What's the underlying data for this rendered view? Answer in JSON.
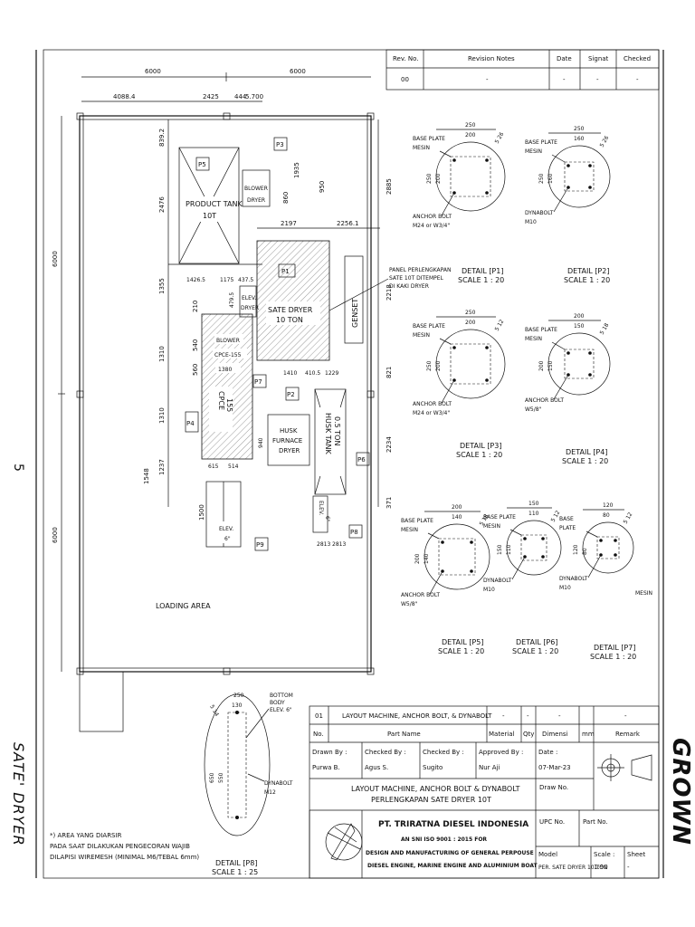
{
  "side": {
    "page_number": "5",
    "product_title": "SATE' DRYER",
    "brand": "GROWN"
  },
  "revision_table": {
    "headers": [
      "Rev. No.",
      "Revision Notes",
      "Date",
      "Signat",
      "Checked"
    ],
    "row": [
      "00",
      "-",
      "-",
      "-",
      "-"
    ]
  },
  "layout": {
    "dims_top": [
      "6000",
      "6000"
    ],
    "dims_second": [
      "4088.4",
      "2425",
      "444",
      "5.700"
    ],
    "dims_left": [
      "2476",
      "1355",
      "1310",
      "1548"
    ],
    "dims_left_small": [
      "839.2",
      "210",
      "540",
      "560",
      "1237",
      "1500"
    ],
    "dims_right": [
      "2885",
      "2218",
      "821",
      "2234",
      "371"
    ],
    "dims_center": [
      "1935",
      "860",
      "950",
      "2197",
      "2256.1",
      "1426.5",
      "1175",
      "437.5",
      "479.5",
      "1410",
      "410.5",
      "1229",
      "1380",
      "940",
      "2813",
      "2813",
      "615",
      "514"
    ],
    "outer_vertical": [
      "6000",
      "6000"
    ],
    "labels": {
      "product_tank": "PRODUCT TANK",
      "product_tank_cap": "10T",
      "blower_dryer": "BLOWER",
      "blower_dryer_2": "DRYER",
      "sate_dryer": "SATE DRYER",
      "sate_dryer_cap": "10 TON",
      "genset": "GENSET",
      "elev_dryer": "ELEV.",
      "elev_dryer_2": "DRYER",
      "blower": "BLOWER",
      "cpce_155": "CPCE-155",
      "cpce": "CPCE",
      "cpce_num": "155",
      "husk_furnace": "HUSK",
      "husk_furnace_2": "FURNACE",
      "husk_furnace_3": "DRYER",
      "husk_tank": "HUSK TANK",
      "husk_tank_cap": "0.5 TON",
      "elev_6": "ELEV.",
      "elev_6_2": "6\"",
      "elev_6b": "ELEV.",
      "elev_6b_2": "6\"",
      "loading_area": "LOADING AREA",
      "panel_note_1": "PANEL PERLENGKAPAN",
      "panel_note_2": "SATE 10T DITEMPEL",
      "panel_note_3": "DI KAKI DRYER"
    },
    "tags": [
      "P1",
      "P2",
      "P3",
      "P4",
      "P5",
      "P6",
      "P7",
      "P8",
      "P9"
    ]
  },
  "details": [
    {
      "title": "DETAIL [P1]",
      "scale": "SCALE 1 : 20",
      "plate": "BASE PLATE",
      "plate2": "MESIN",
      "bolt": "ANCHOR BOLT",
      "bolt2": "M24 or W3/4\"",
      "w": "250",
      "w2": "200",
      "h": "250",
      "h2": "200",
      "r": "5 26"
    },
    {
      "title": "DETAIL [P2]",
      "scale": "SCALE 1 : 20",
      "plate": "BASE PLATE",
      "plate2": "MESIN",
      "bolt": "DYNABOLT",
      "bolt2": "M10",
      "w": "250",
      "w2": "160",
      "h": "250",
      "h2": "160",
      "r": "5 26"
    },
    {
      "title": "DETAIL [P3]",
      "scale": "SCALE 1 : 20",
      "plate": "BASE PLATE",
      "plate2": "MESIN",
      "bolt": "ANCHOR BOLT",
      "bolt2": "M24 or W3/4\"",
      "w": "250",
      "w2": "200",
      "h": "250",
      "h2": "200",
      "r": "5 12"
    },
    {
      "title": "DETAIL [P4]",
      "scale": "SCALE 1 : 20",
      "plate": "BASE PLATE",
      "plate2": "MESIN",
      "bolt": "ANCHOR BOLT",
      "bolt2": "W5/8\"",
      "w": "200",
      "w2": "150",
      "h": "200",
      "h2": "150",
      "r": "5 18"
    },
    {
      "title": "DETAIL [P5]",
      "scale": "SCALE 1 : 20",
      "plate": "BASE PLATE",
      "plate2": "MESIN",
      "bolt": "ANCHOR BOLT",
      "bolt2": "W5/8\"",
      "w": "200",
      "w2": "140",
      "h": "200",
      "h2": "140",
      "r": "5 18"
    },
    {
      "title": "DETAIL [P6]",
      "scale": "SCALE 1 : 20",
      "plate": "BASE PLATE",
      "plate2": "MESIN",
      "bolt": "DYNABOLT",
      "bolt2": "M10",
      "w": "150",
      "w2": "110",
      "h": "150",
      "h2": "110",
      "r": "5 12"
    },
    {
      "title": "DETAIL [P7]",
      "scale": "SCALE 1 : 20",
      "plate": "BASE",
      "plate2": "PLATE",
      "plate3": "MESIN",
      "bolt": "DYNABOLT",
      "bolt2": "M10",
      "w": "120",
      "w2": "80",
      "h": "120",
      "h2": "80",
      "r": "5 12"
    },
    {
      "title": "DETAIL [P8]",
      "scale": "SCALE 1 : 25",
      "plate": "BOTTOM",
      "plate2": "BODY",
      "plate3": "ELEV. 6\"",
      "bolt": "DYNABOLT",
      "bolt2": "M12",
      "w": "250",
      "w2": "130",
      "h": "650",
      "h2": "550",
      "r": "5 14"
    }
  ],
  "note": {
    "line1": "*) AREA YANG DIARSIR",
    "line2": "PADA SAAT DILAKUKAN PENGECORAN WAJIB",
    "line3": "DILAPISI WIREMESH (MINIMAL M6/TEBAL 6mm)"
  },
  "title_block": {
    "part_row": [
      "01",
      "LAYOUT MACHINE, ANCHOR BOLT, & DYNABOLT",
      "-",
      "-",
      "-",
      "-"
    ],
    "part_headers": [
      "No.",
      "Part Name",
      "Material",
      "Qty",
      "Dimensi",
      "mm",
      "Remark"
    ],
    "drawn_by_label": "Drawn By :",
    "drawn_by": "Purwa B.",
    "checked1_label": "Checked By :",
    "checked1": "Agus S.",
    "checked2_label": "Checked By :",
    "checked2": "Sugito",
    "approved_label": "Approved By :",
    "approved": "Nur Aji",
    "date_label": "Date :",
    "date": "07-Mar-23",
    "title1": "LAYOUT MACHINE, ANCHOR BOLT & DYNABOLT",
    "title2": "PERLENGKAPAN SATE DRYER 10T",
    "draw_no_label": "Draw No.",
    "upc_label": "UPC No.",
    "part_no_label": "Part No.",
    "company": "PT. TRIRATNA DIESEL INDONESIA",
    "iso": "AN SNI ISO 9001 : 2015 FOR",
    "tag1": "DESIGN AND MANUFACTURING OF GENERAL PERPOUSE",
    "tag2": "DIESEL ENGINE, MARINE ENGINE AND ALUMINIUM BOAT",
    "model_label": "Model",
    "model": "PER. SATE DRYER 10 TON",
    "scale_label": "Scale :",
    "scale": "1:90",
    "sheet_label": "Sheet",
    "sheet": "-"
  }
}
